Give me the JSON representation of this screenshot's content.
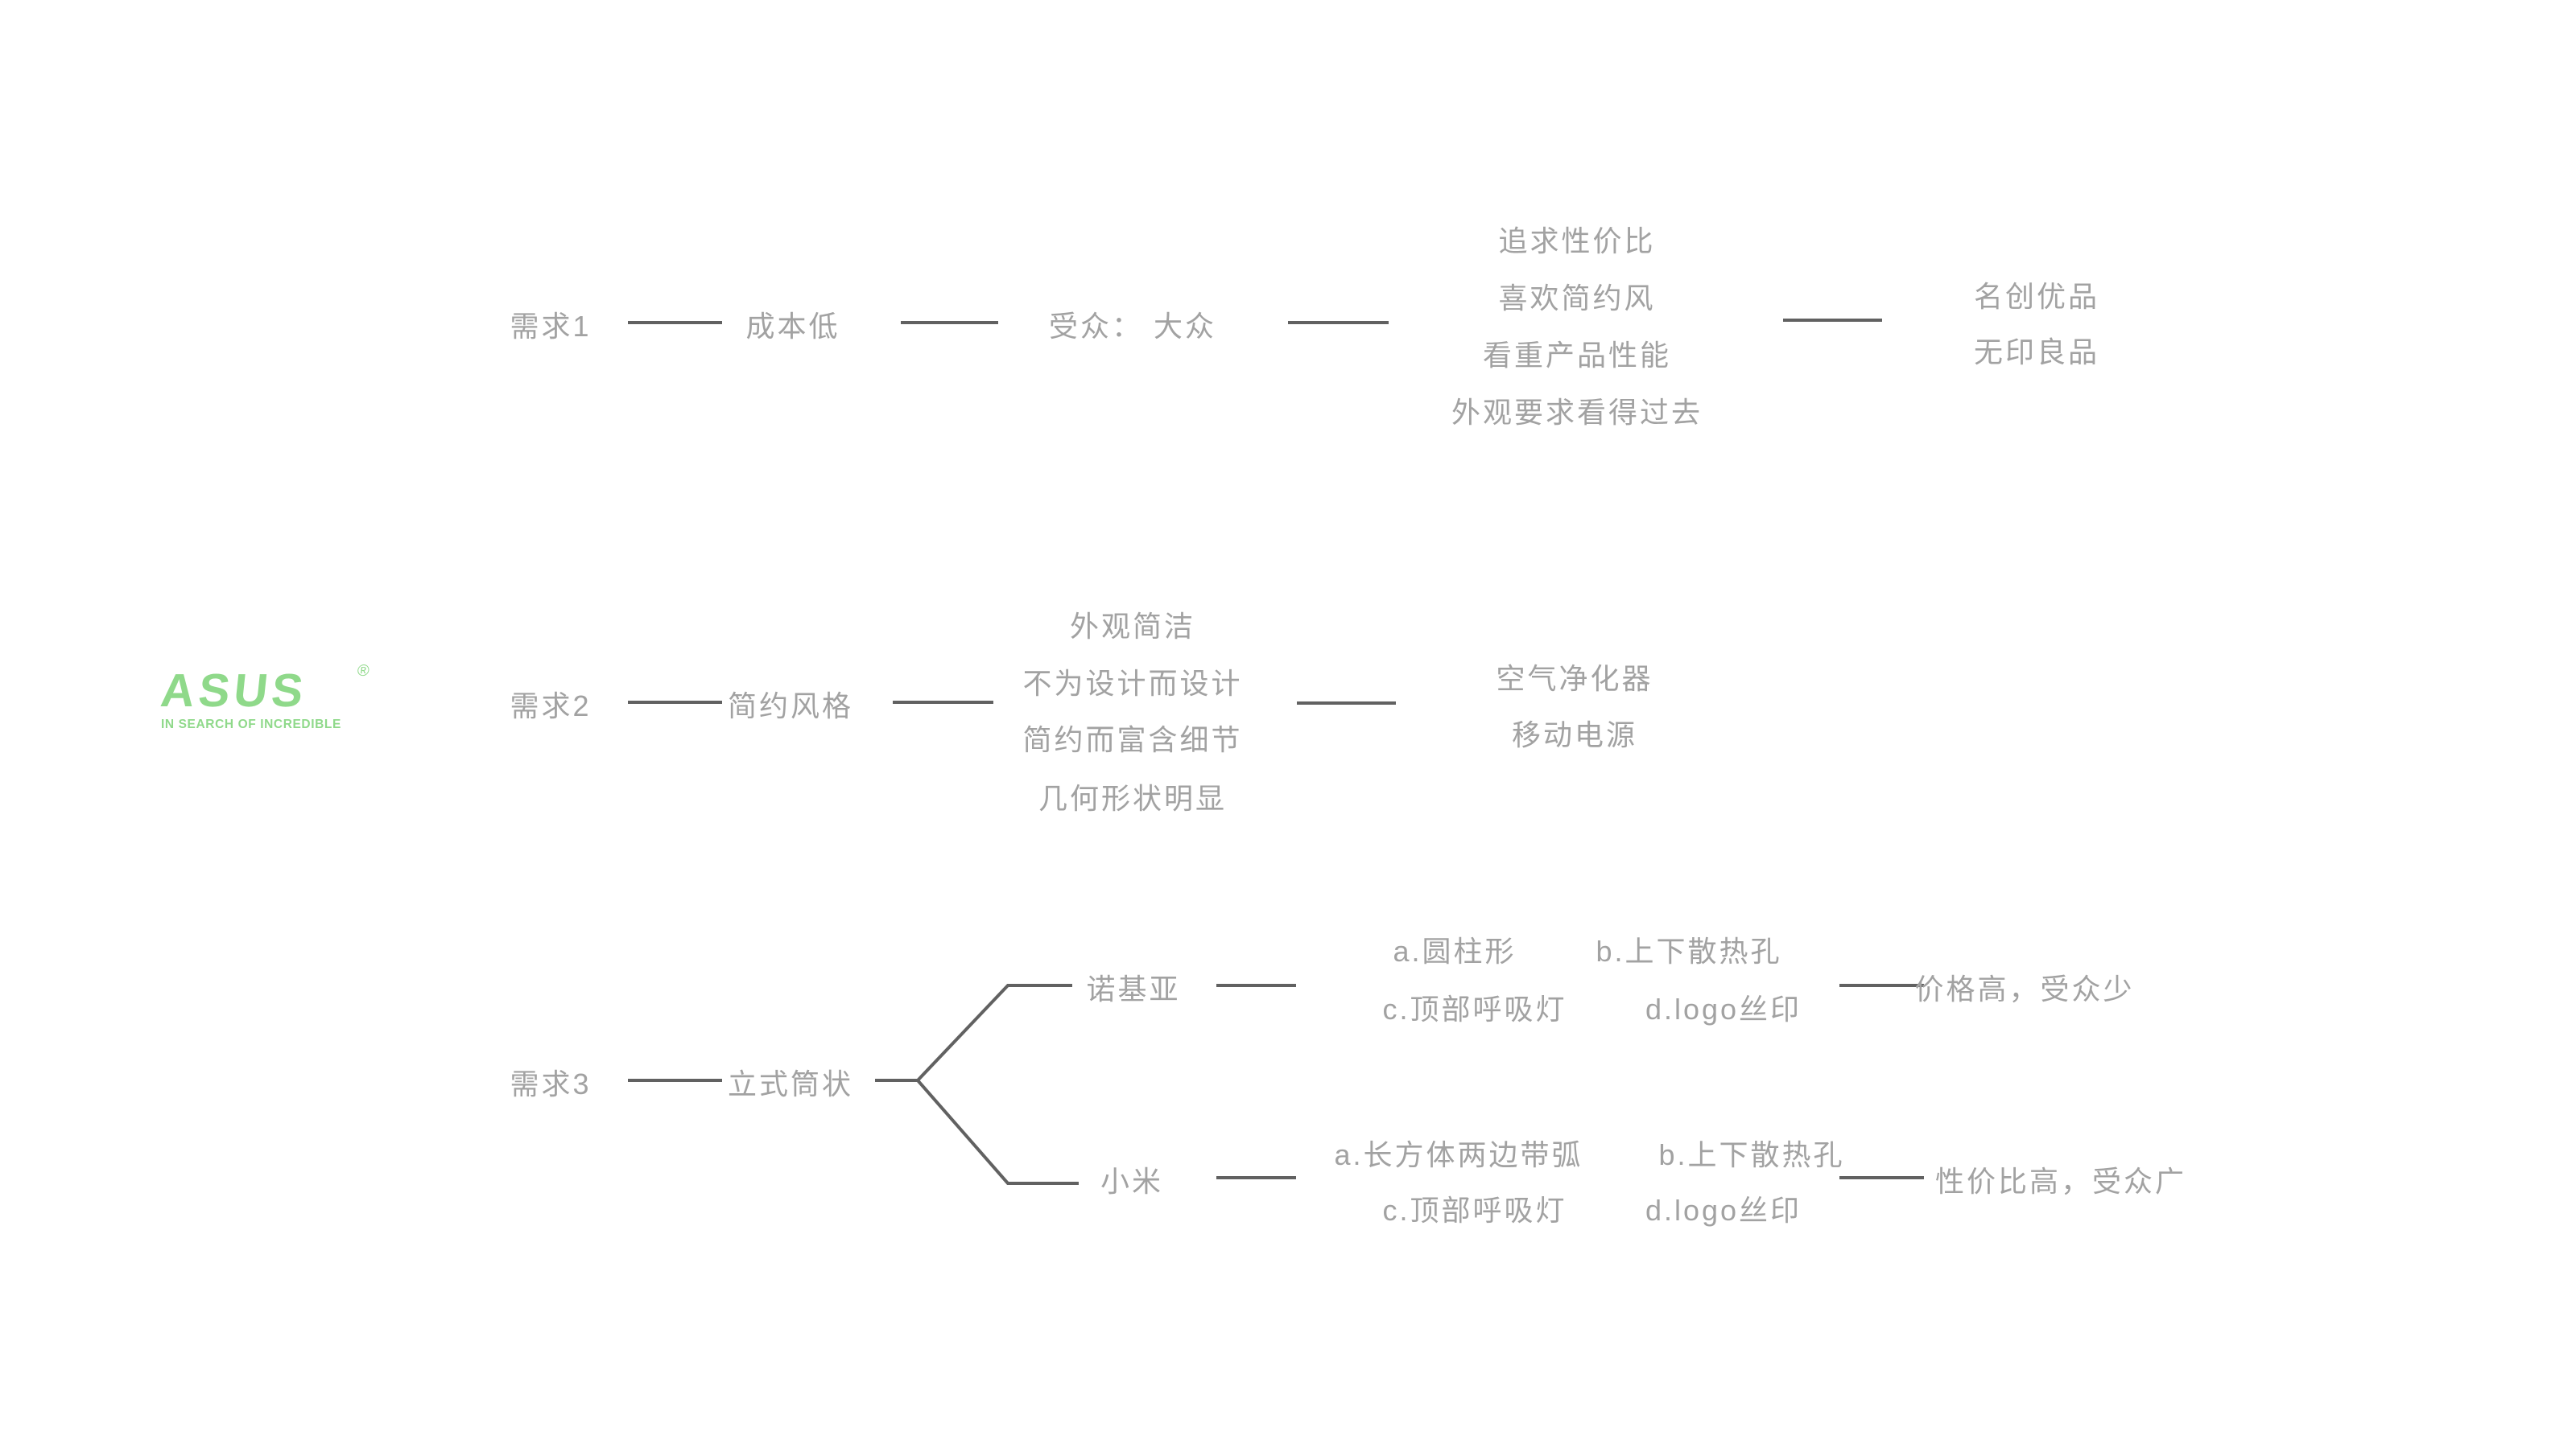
{
  "logo": {
    "brand": "ASUS",
    "reg": "®",
    "tagline": "IN SEARCH OF INCREDIBLE"
  },
  "colors": {
    "logo_green": "#8fd98a",
    "text_gray": "#a2a2a2",
    "line_gray": "#616161",
    "background": "#ffffff"
  },
  "rows": [
    {
      "label": "需求1",
      "node": "成本低",
      "audience": "受众： 大众",
      "traits": [
        "追求性价比",
        "喜欢简约风",
        "看重产品性能",
        "外观要求看得过去"
      ],
      "brands": [
        "名创优品",
        "无印良品"
      ]
    },
    {
      "label": "需求2",
      "node": "简约风格",
      "traits": [
        "外观简洁",
        "不为设计而设计",
        "简约而富含细节",
        "几何形状明显"
      ],
      "products": [
        "空气净化器",
        "移动电源"
      ]
    },
    {
      "label": "需求3",
      "node": "立式筒状",
      "branches": [
        {
          "name": "诺基亚",
          "features": [
            "a.圆柱形",
            "b.上下散热孔",
            "c.顶部呼吸灯",
            "d.logo丝印"
          ],
          "result": "价格高，受众少"
        },
        {
          "name": "小米",
          "features": [
            "a.长方体两边带弧",
            "b.上下散热孔",
            "c.顶部呼吸灯",
            "d.logo丝印"
          ],
          "result": "性价比高，受众广"
        }
      ]
    }
  ]
}
